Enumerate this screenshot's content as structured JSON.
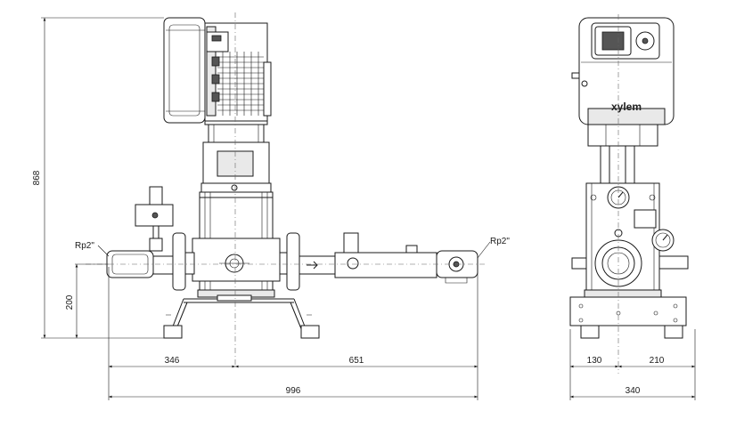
{
  "dimensions": {
    "height_total": "868",
    "height_inlet": "200",
    "inlet_to_axis": "346",
    "axis_to_outlet": "651",
    "total_length": "996",
    "side_left": "130",
    "side_right": "210",
    "side_width": "340"
  },
  "labels": {
    "inlet_thread": "Rp2\"",
    "outlet_thread": "Rp2\""
  },
  "brand": {
    "logo": "xylem"
  }
}
